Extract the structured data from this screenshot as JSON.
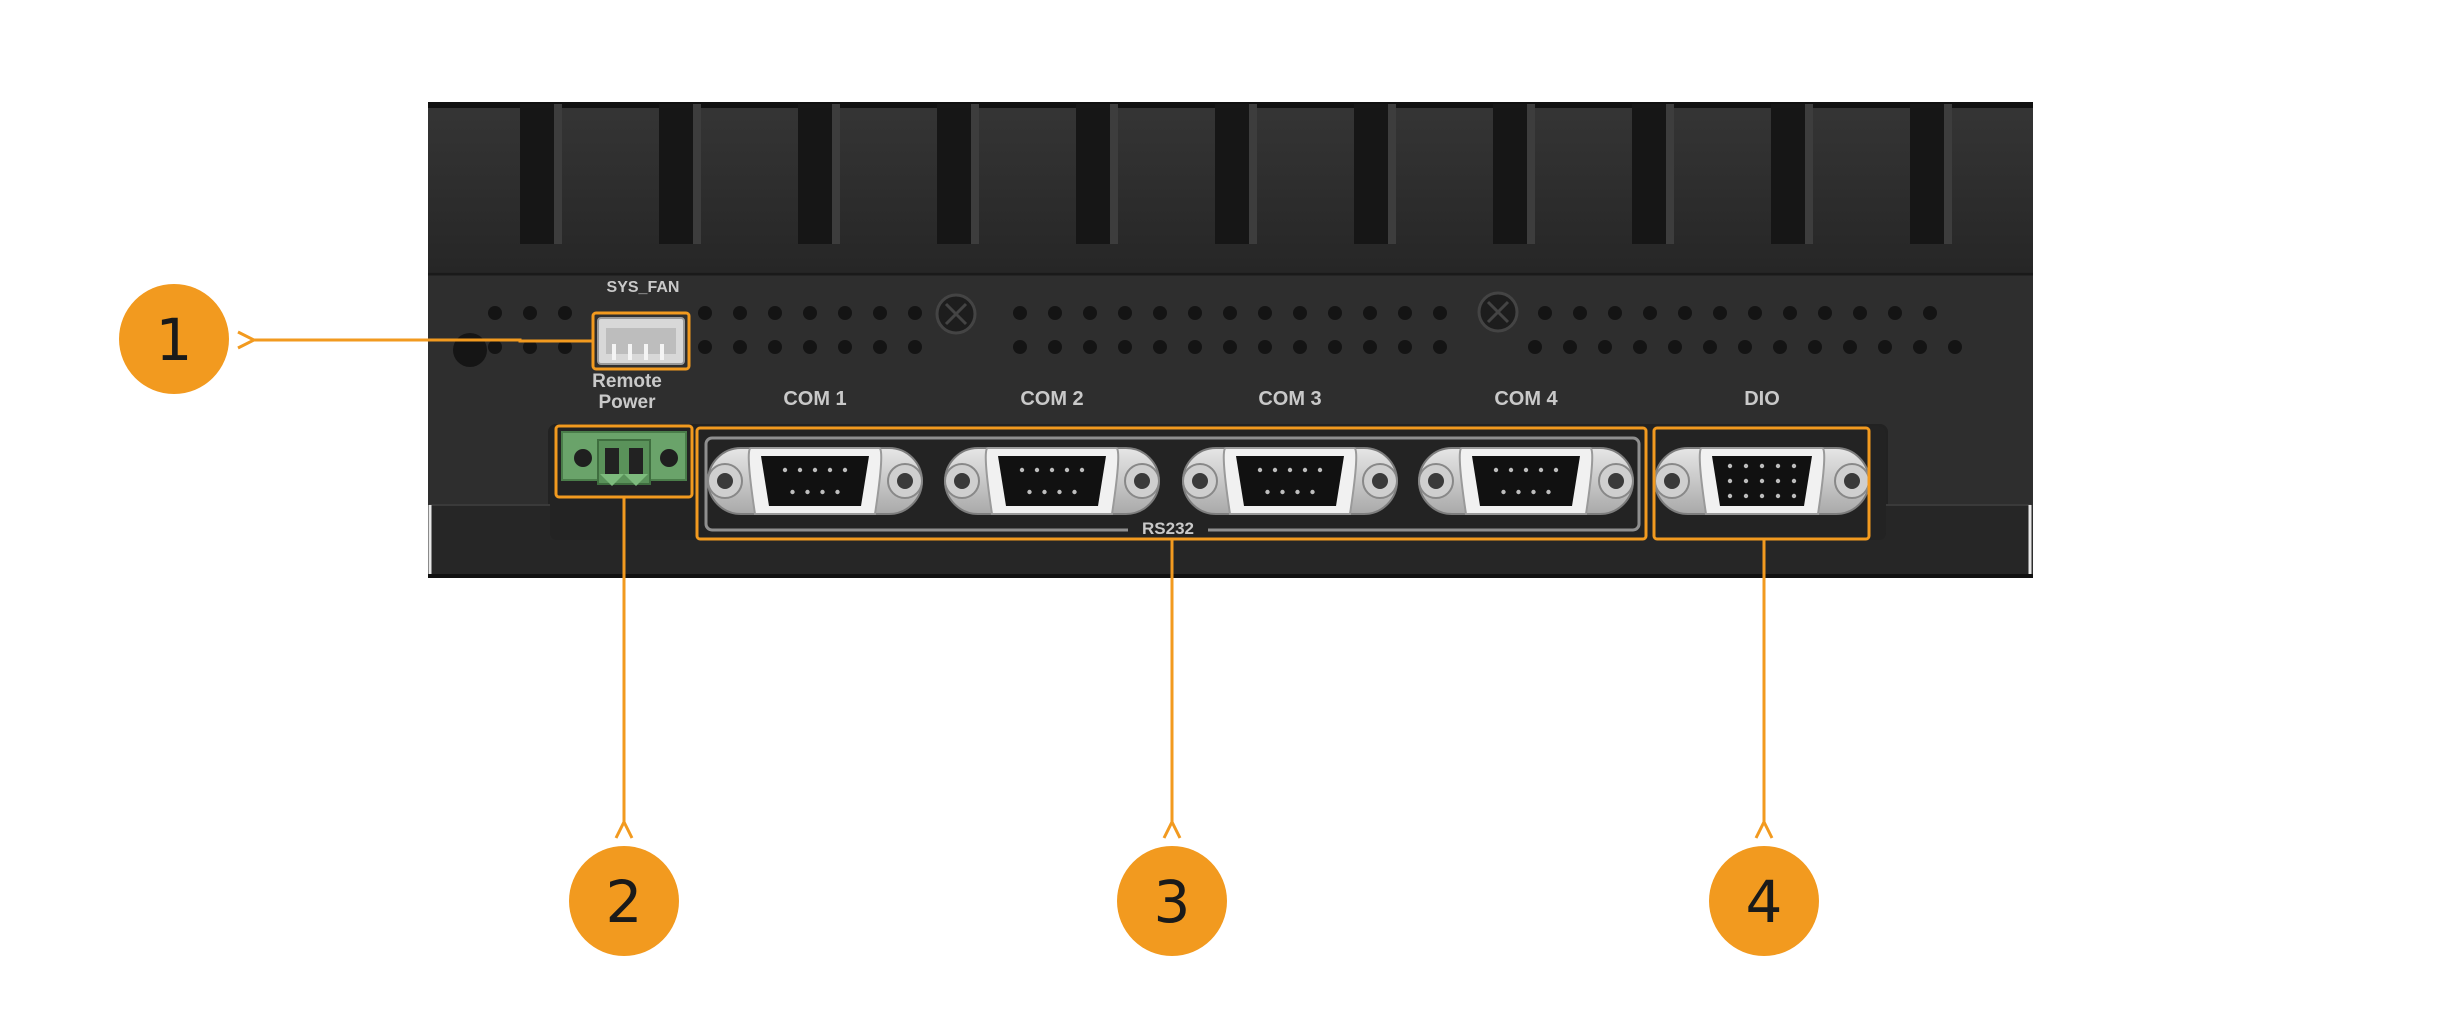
{
  "device_labels": {
    "sys_fan": "SYS_FAN",
    "remote_power_line1": "Remote",
    "remote_power_line2": "Power",
    "com1": "COM 1",
    "com2": "COM 2",
    "com3": "COM 3",
    "com4": "COM 4",
    "dio": "DIO",
    "rs232": "RS232"
  },
  "callouts": [
    {
      "number": "1",
      "target": "sys-fan-connector"
    },
    {
      "number": "2",
      "target": "remote-power-connector"
    },
    {
      "number": "3",
      "target": "rs232-com-ports"
    },
    {
      "number": "4",
      "target": "dio-port"
    }
  ],
  "colors": {
    "accent": "#F29A1F",
    "chassis": "#2b2b2b",
    "chassis_dark": "#1c1c1c",
    "label": "#c9c9c9",
    "terminal_green": "#6aa36a",
    "background": "#ffffff"
  }
}
